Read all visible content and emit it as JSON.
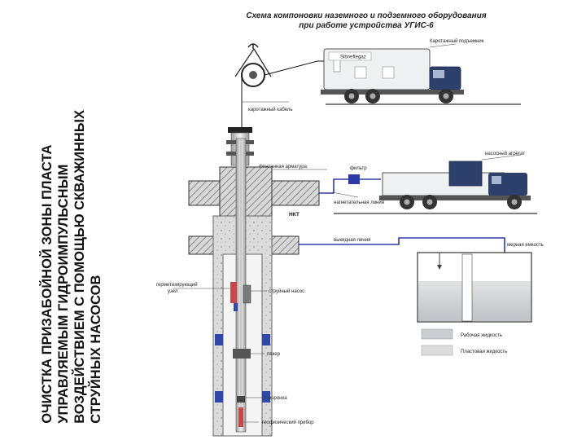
{
  "vertical_title": {
    "lines": [
      "ОЧИСТКА ПРИЗАБОЙНОЙ ЗОНЫ ПЛАСТА",
      "УПРАВЛЯЕМЫМ ГИДРОИМПУЛЬСНЫМ",
      "ВОЗДЕЙСТВИЕМ С ПОМОЩЬЮ СКВАЖИННЫХ",
      "СТРУЙНЫХ НАСОСОВ"
    ]
  },
  "scheme_title": {
    "line1": "Схема компоновки наземного и подземного оборудования",
    "line2": "при работе устройства УГИС-6"
  },
  "labels": {
    "logging_lift": "Каротажный подъемник",
    "logging_cable": "каротажный кабель",
    "wellhead": "фонтанная арматура",
    "filter": "фильтр",
    "pump_unit": "насосный агрегат",
    "discharge_line": "нагнетательная линия",
    "tubing": "НКТ",
    "outflow_line": "выкидная линия",
    "measuring_tank": "мерная емкость",
    "sealing_unit_l1": "герметизирующий",
    "sealing_unit_l2": "узел",
    "jet_pump": "струйный насос",
    "packer": "пакер",
    "funnel": "воронка",
    "geo_device": "геофизический прибор"
  },
  "legend": {
    "working_fluid": "Рабочая жидкость",
    "formation_fluid": "Пластовая жидкость"
  },
  "logos": {
    "truck_logo": "Sibneftegaz"
  },
  "colors": {
    "cable_blue": "#2c3aa8",
    "truck_cab": "#2d3f6b",
    "tank_fluid": "#c9ccd0",
    "casing": "#6a6a6a"
  }
}
